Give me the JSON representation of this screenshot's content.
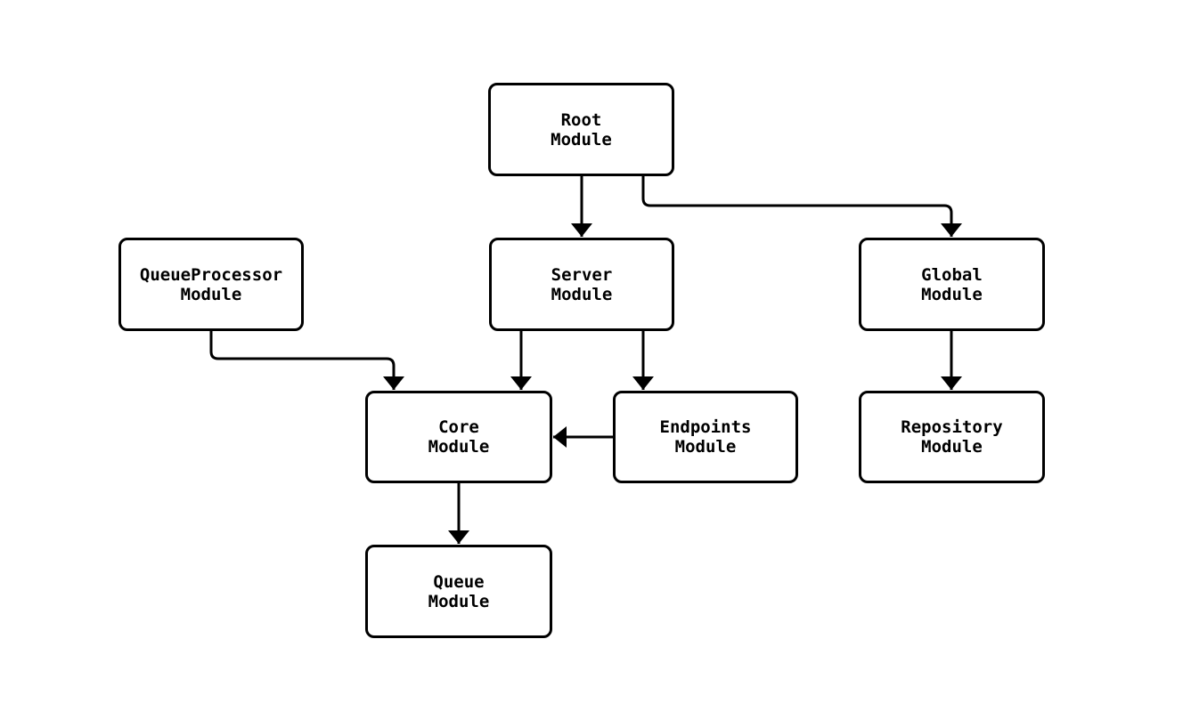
{
  "diagram": {
    "type": "flowchart-module-dependency-graph",
    "background_color": "#ffffff",
    "node_border_color": "#000000",
    "node_fill_color": "#ffffff",
    "edge_color": "#000000",
    "text_color": "#000000",
    "nodes": {
      "root": {
        "label": "Root\nModule"
      },
      "queue_processor": {
        "label": "QueueProcessor\nModule"
      },
      "server": {
        "label": "Server\nModule"
      },
      "global": {
        "label": "Global\nModule"
      },
      "core": {
        "label": "Core\nModule"
      },
      "endpoints": {
        "label": "Endpoints\nModule"
      },
      "repository": {
        "label": "Repository\nModule"
      },
      "queue": {
        "label": "Queue\nModule"
      }
    },
    "edges": [
      {
        "from": "Root Module",
        "to": "Server Module"
      },
      {
        "from": "Root Module",
        "to": "Global Module"
      },
      {
        "from": "QueueProcessor Module",
        "to": "Core Module"
      },
      {
        "from": "Server Module",
        "to": "Core Module"
      },
      {
        "from": "Server Module",
        "to": "Endpoints Module"
      },
      {
        "from": "Endpoints Module",
        "to": "Core Module"
      },
      {
        "from": "Global Module",
        "to": "Repository Module"
      },
      {
        "from": "Core Module",
        "to": "Queue Module"
      }
    ]
  }
}
